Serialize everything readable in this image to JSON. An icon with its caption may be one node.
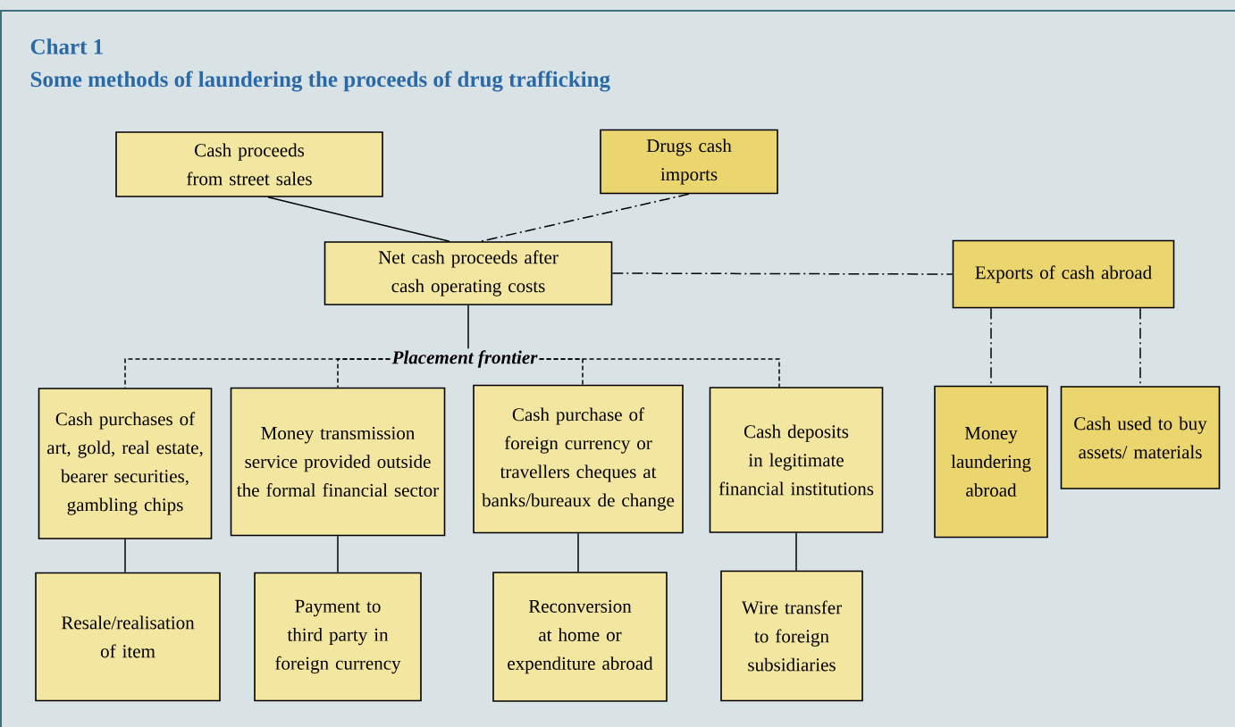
{
  "diagram": {
    "title": "Chart 1",
    "labels": [
      "Some methods of laundering the proceeds of drug trafficking"
    ],
    "nodes": [
      {
        "text": [
          "Cash proceeds from street sales"
        ]
      },
      {
        "text": [
          "Drugs cash imports"
        ]
      },
      {
        "text": [
          "Net cash proceeds after cash operating costs"
        ]
      },
      {
        "text": [
          "Exports of cash abroad"
        ]
      },
      {
        "text": [
          "Placement frontier"
        ]
      },
      {
        "text": [
          "Cash purchases of art, gold, real estate, bearer securities, gambling chips"
        ]
      },
      {
        "text": [
          "Money transmission service provided outside the formal financial sector"
        ]
      },
      {
        "text": [
          "Cash purchase of foreign currency or travellers cheques at banks/bureaux de change"
        ]
      },
      {
        "text": [
          "Cash deposits in legitimate financial institutions"
        ]
      },
      {
        "text": [
          "Money laundering abroad"
        ]
      },
      {
        "text": [
          "Cash used to buy assets/ materials"
        ]
      },
      {
        "text": [
          "Resale/realisation of item"
        ]
      },
      {
        "text": [
          "Payment to third party in foreign currency"
        ]
      },
      {
        "text": [
          "Reconversion at home or expenditure abroad"
        ]
      },
      {
        "text": [
          "Wire transfer to foreign subsidiaries"
        ]
      }
    ],
    "edges": [
      {
        "from": 0,
        "to": 2,
        "arrow": "none"
      },
      {
        "from": 1,
        "to": 2,
        "arrow": "none",
        "style": "dashed"
      },
      {
        "from": 2,
        "to": 3,
        "arrow": "none",
        "style": "dashed"
      },
      {
        "from": 2,
        "to": 4,
        "arrow": "none"
      },
      {
        "from": 4,
        "to": 5,
        "arrow": "none",
        "style": "dashed"
      },
      {
        "from": 4,
        "to": 6,
        "arrow": "none",
        "style": "dashed"
      },
      {
        "from": 4,
        "to": 7,
        "arrow": "none",
        "style": "dashed"
      },
      {
        "from": 4,
        "to": 8,
        "arrow": "none",
        "style": "dashed"
      },
      {
        "from": 3,
        "to": 9,
        "arrow": "none",
        "style": "dashed"
      },
      {
        "from": 3,
        "to": 10,
        "arrow": "none",
        "style": "dashed"
      },
      {
        "from": 5,
        "to": 11,
        "arrow": "none"
      },
      {
        "from": 6,
        "to": 12,
        "arrow": "none"
      },
      {
        "from": 7,
        "to": 13,
        "arrow": "none"
      },
      {
        "from": 8,
        "to": 14,
        "arrow": "none"
      }
    ]
  }
}
